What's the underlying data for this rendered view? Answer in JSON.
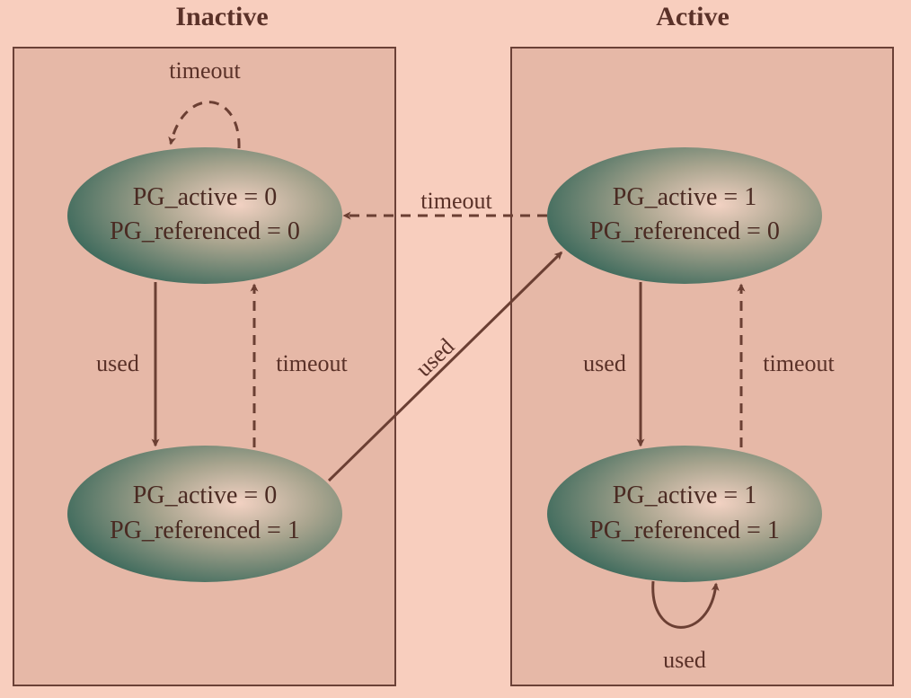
{
  "groups": {
    "inactive": "Inactive",
    "active": "Active"
  },
  "nodes": {
    "inactive_unref": {
      "line1": "PG_active = 0",
      "line2": "PG_referenced = 0"
    },
    "inactive_ref": {
      "line1": "PG_active = 0",
      "line2": "PG_referenced = 1"
    },
    "active_unref": {
      "line1": "PG_active = 1",
      "line2": "PG_referenced = 0"
    },
    "active_ref": {
      "line1": "PG_active = 1",
      "line2": "PG_referenced = 1"
    }
  },
  "edges": {
    "inactive_self_loop": "timeout",
    "inactive_down": "used",
    "inactive_up": "timeout",
    "active_to_inactive": "timeout",
    "promote": "used",
    "active_down": "used",
    "active_up": "timeout",
    "active_self_loop": "used"
  },
  "colors": {
    "background": "#f8cebe",
    "group_fill": "#e6b8a7",
    "node_dark": "#3f6b5d",
    "node_light": "#f3d2c3",
    "arrow": "#6b3f33",
    "text": "#4a2a22"
  }
}
